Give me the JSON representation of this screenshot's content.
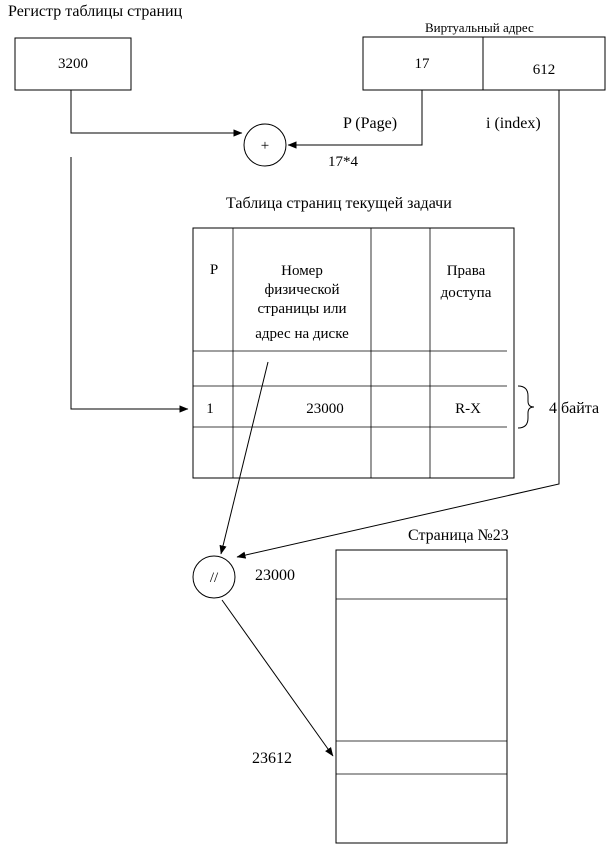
{
  "page_register": {
    "title": "Регистр таблицы страниц",
    "value": "3200"
  },
  "virtual_address": {
    "title": "Виртуальный адрес",
    "page_value": "17",
    "index_value": "612",
    "page_label": "P (Page)",
    "index_label": "i (index)"
  },
  "adder": {
    "symbol": "+",
    "note": "17*4"
  },
  "page_table": {
    "title": "Таблица страниц текущей задачи",
    "headers": [
      "P",
      "Номер физической страницы или адрес на диске",
      "",
      "Права доступа"
    ],
    "header_lines": [
      "Номер",
      "физической",
      "страницы или",
      "адрес на диске"
    ],
    "access_lines": [
      "Права",
      "доступа"
    ],
    "entry": {
      "p": "1",
      "frame": "23000",
      "rights": "R-X"
    },
    "entry_size": "4 байта"
  },
  "concat": {
    "symbol": "//",
    "base": "23000"
  },
  "physical_page": {
    "title": "Страница №23",
    "address": "23612"
  }
}
